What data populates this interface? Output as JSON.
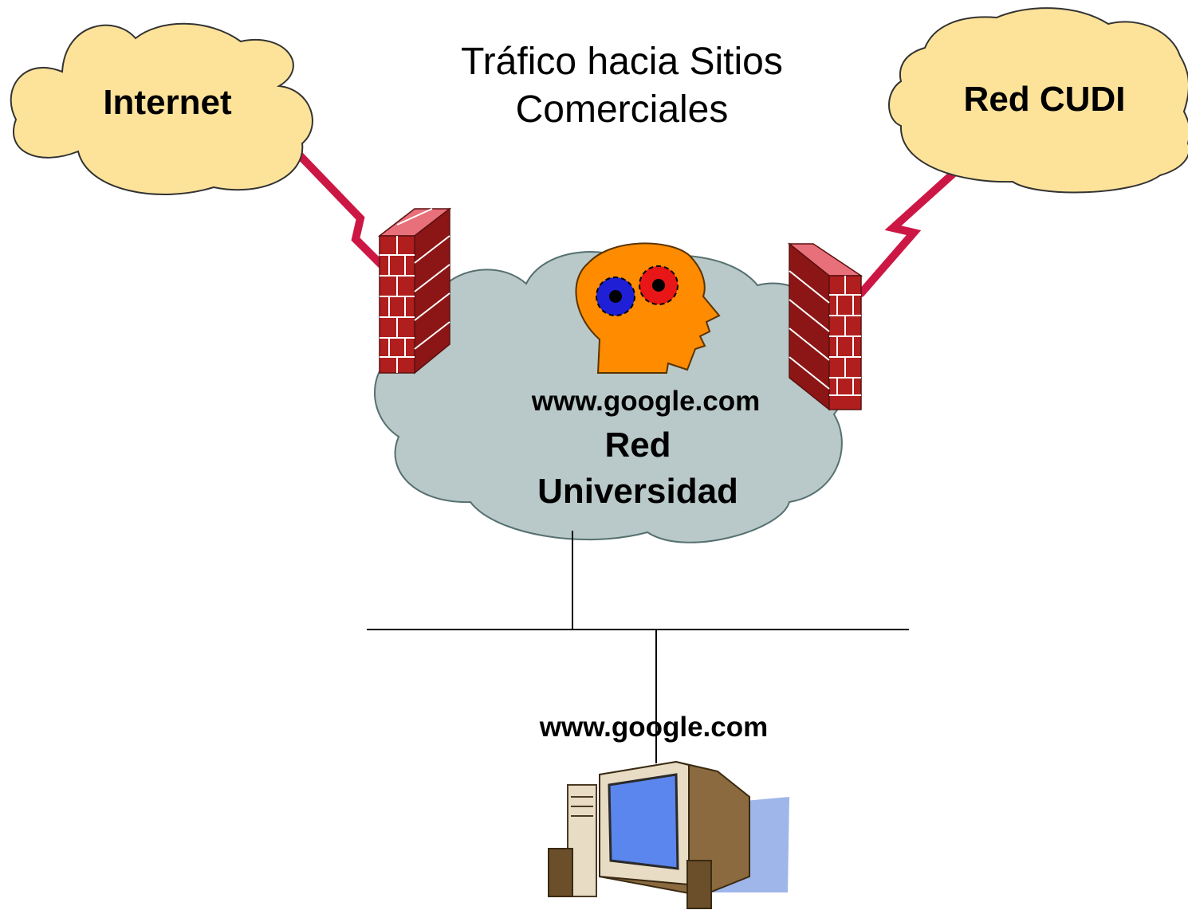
{
  "title": {
    "line1": "Tráfico hacia Sitios",
    "line2": "Comerciales"
  },
  "clouds": {
    "internet": "Internet",
    "cudi": "Red CUDI",
    "university": {
      "line1": "Red",
      "line2": "Universidad"
    }
  },
  "hosts": {
    "upper": "www.google.com",
    "lower": "www.google.com"
  },
  "icons": {
    "left_firewall": "firewall-icon",
    "right_firewall": "firewall-icon",
    "brain": "head-gears-icon",
    "computer": "desktop-computer-icon"
  },
  "colors": {
    "internet_cloud": "#fde39a",
    "university_cloud": "#b9c8c8",
    "link": "#cc1744",
    "firewall": "#a51d1d",
    "head": "#ff8c00",
    "gear_blue": "#1f1fd6",
    "gear_red": "#e81616",
    "screen": "#5b86ee"
  }
}
